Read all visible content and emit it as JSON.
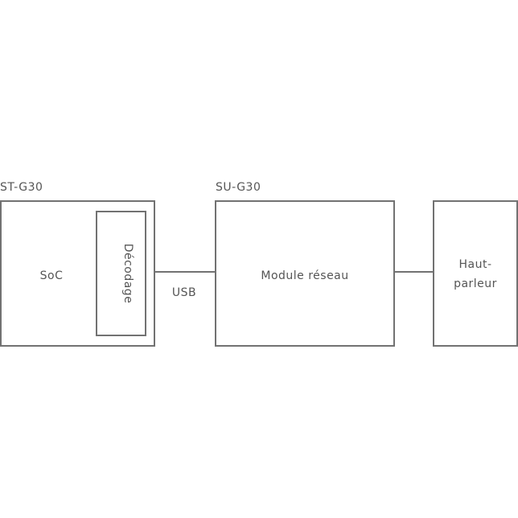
{
  "blocks": {
    "st_g30": {
      "title": "ST-G30",
      "soc": "SoC",
      "decoding": "Décodage"
    },
    "link_usb": "USB",
    "su_g30": {
      "title": "SU-G30",
      "module": "Module réseau"
    },
    "speaker": {
      "line1": "Haut-",
      "line2": "parleur"
    }
  },
  "colors": {
    "stroke": "#727272",
    "text": "#555555"
  }
}
